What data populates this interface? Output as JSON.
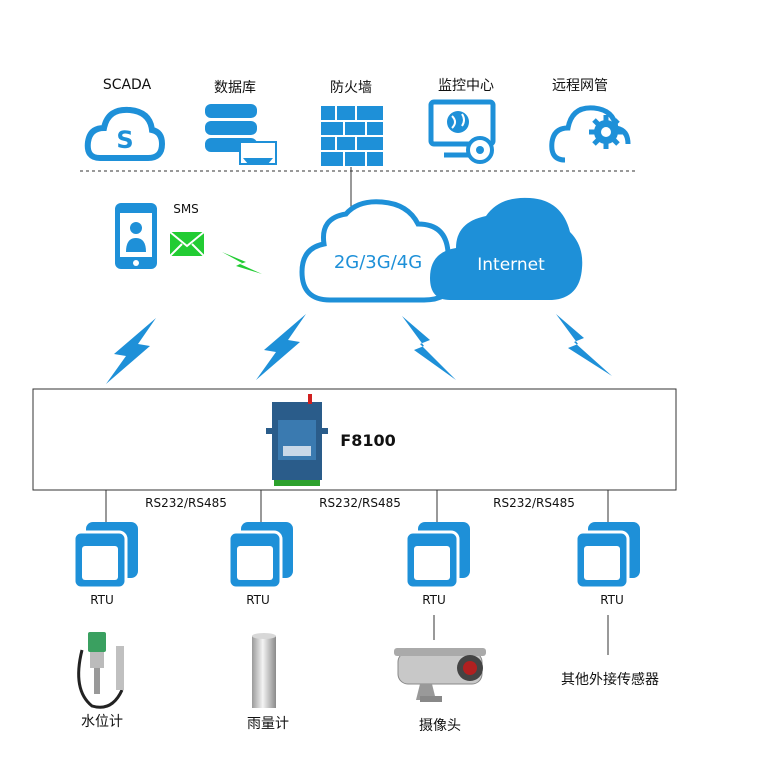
{
  "top_services": [
    {
      "label": "SCADA"
    },
    {
      "label": "数据库"
    },
    {
      "label": "防火墙"
    },
    {
      "label": "监控中心"
    },
    {
      "label": "远程网管"
    }
  ],
  "sms_label": "SMS",
  "cloud_left": "2G/3G/4G",
  "cloud_right": "Internet",
  "device_name": "F8100",
  "links": [
    "RS232/RS485",
    "RS232/RS485",
    "RS232/RS485"
  ],
  "rtus": [
    {
      "label": "RTU",
      "device": "水位计"
    },
    {
      "label": "RTU",
      "device": "雨量计"
    },
    {
      "label": "RTU",
      "device": "摄像头"
    },
    {
      "label": "RTU",
      "device": "其他外接传感器"
    }
  ],
  "colors": {
    "accent": "#1e90d8",
    "lightning_green": "#22cc33",
    "line": "#333333"
  }
}
